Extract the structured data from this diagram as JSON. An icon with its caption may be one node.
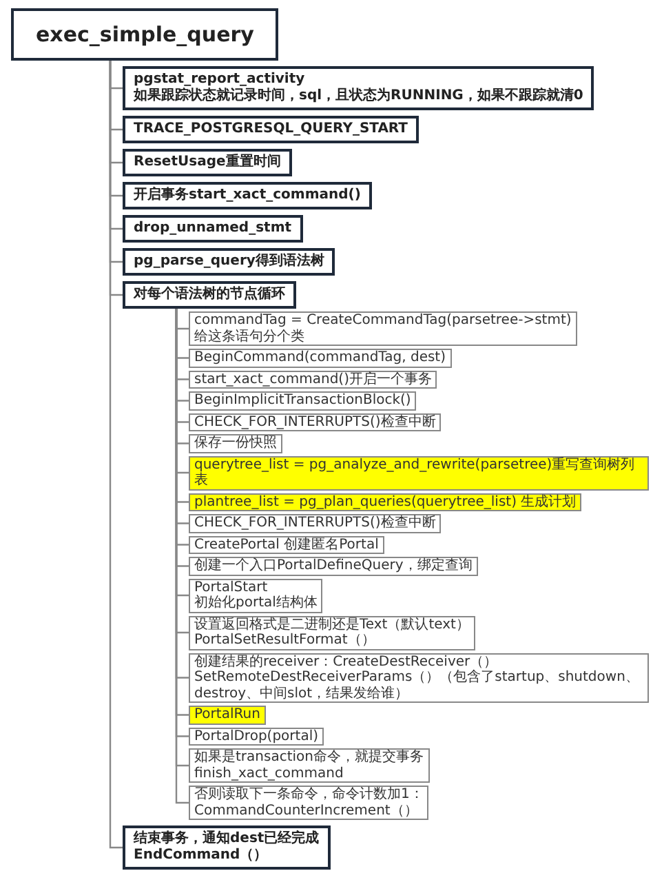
{
  "diagram": {
    "nodes": [
      {
        "text": [
          "exec_simple_query"
        ]
      },
      {
        "text": [
          "pgstat_report_activity",
          "如果跟踪状态就记录时间，sql，且状态为RUNNING，如果不跟踪就清0"
        ]
      },
      {
        "text": [
          "TRACE_POSTGRESQL_QUERY_START"
        ]
      },
      {
        "text": [
          "ResetUsage重置时间"
        ]
      },
      {
        "text": [
          "开启事务start_xact_command()"
        ]
      },
      {
        "text": [
          "drop_unnamed_stmt"
        ]
      },
      {
        "text": [
          "pg_parse_query得到语法树"
        ]
      },
      {
        "text": [
          "对每个语法树的节点循环"
        ]
      },
      {
        "text": [
          "commandTag = CreateCommandTag(parsetree->stmt)",
          "给这条语句分个类"
        ]
      },
      {
        "text": [
          "BeginCommand(commandTag, dest)"
        ]
      },
      {
        "text": [
          "start_xact_command()开启一个事务"
        ]
      },
      {
        "text": [
          "BeginImplicitTransactionBlock()"
        ]
      },
      {
        "text": [
          "CHECK_FOR_INTERRUPTS()检查中断"
        ]
      },
      {
        "text": [
          "保存一份快照"
        ]
      },
      {
        "text": [
          "querytree_list = pg_analyze_and_rewrite(parsetree)重写查询树列表"
        ]
      },
      {
        "text": [
          "plantree_list = pg_plan_queries(querytree_list) 生成计划"
        ]
      },
      {
        "text": [
          "CHECK_FOR_INTERRUPTS()检查中断"
        ]
      },
      {
        "text": [
          "CreatePortal 创建匿名Portal"
        ]
      },
      {
        "text": [
          "创建一个入口PortalDefineQuery，绑定查询"
        ]
      },
      {
        "text": [
          "PortalStart",
          "初始化portal结构体"
        ]
      },
      {
        "text": [
          "设置返回格式是二进制还是Text（默认text）",
          "PortalSetResultFormat（）"
        ]
      },
      {
        "text": [
          "创建结果的receiver：CreateDestReceiver（）SetRemoteDestReceiverParams（）（包含了startup、shutdown、destroy、中间slot，结果发给谁）"
        ]
      },
      {
        "text": [
          "PortalRun"
        ]
      },
      {
        "text": [
          "PortalDrop(portal)"
        ]
      },
      {
        "text": [
          "如果是transaction命令，就提交事务",
          "finish_xact_command"
        ]
      },
      {
        "text": [
          "否则读取下一条命令，命令计数加1：",
          "CommandCounterIncrement（）"
        ]
      },
      {
        "text": [
          "结束事务，通知dest已经完成",
          "EndCommand（）"
        ]
      }
    ],
    "edges": [
      {
        "from": 0,
        "to": 1,
        "arrow": "none"
      },
      {
        "from": 0,
        "to": 2,
        "arrow": "none"
      },
      {
        "from": 0,
        "to": 3,
        "arrow": "none"
      },
      {
        "from": 0,
        "to": 4,
        "arrow": "none"
      },
      {
        "from": 0,
        "to": 5,
        "arrow": "none"
      },
      {
        "from": 0,
        "to": 6,
        "arrow": "none"
      },
      {
        "from": 0,
        "to": 7,
        "arrow": "none"
      },
      {
        "from": 7,
        "to": 8,
        "arrow": "none"
      },
      {
        "from": 7,
        "to": 9,
        "arrow": "none"
      },
      {
        "from": 7,
        "to": 10,
        "arrow": "none"
      },
      {
        "from": 7,
        "to": 11,
        "arrow": "none"
      },
      {
        "from": 7,
        "to": 12,
        "arrow": "none"
      },
      {
        "from": 7,
        "to": 13,
        "arrow": "none"
      },
      {
        "from": 7,
        "to": 14,
        "arrow": "none"
      },
      {
        "from": 7,
        "to": 15,
        "arrow": "none"
      },
      {
        "from": 7,
        "to": 16,
        "arrow": "none"
      },
      {
        "from": 7,
        "to": 17,
        "arrow": "none"
      },
      {
        "from": 7,
        "to": 18,
        "arrow": "none"
      },
      {
        "from": 7,
        "to": 19,
        "arrow": "none"
      },
      {
        "from": 7,
        "to": 20,
        "arrow": "none"
      },
      {
        "from": 7,
        "to": 21,
        "arrow": "none"
      },
      {
        "from": 7,
        "to": 22,
        "arrow": "none"
      },
      {
        "from": 7,
        "to": 23,
        "arrow": "none"
      },
      {
        "from": 7,
        "to": 24,
        "arrow": "none"
      },
      {
        "from": 7,
        "to": 25,
        "arrow": "none"
      },
      {
        "from": 0,
        "to": 26,
        "arrow": "none"
      }
    ]
  }
}
